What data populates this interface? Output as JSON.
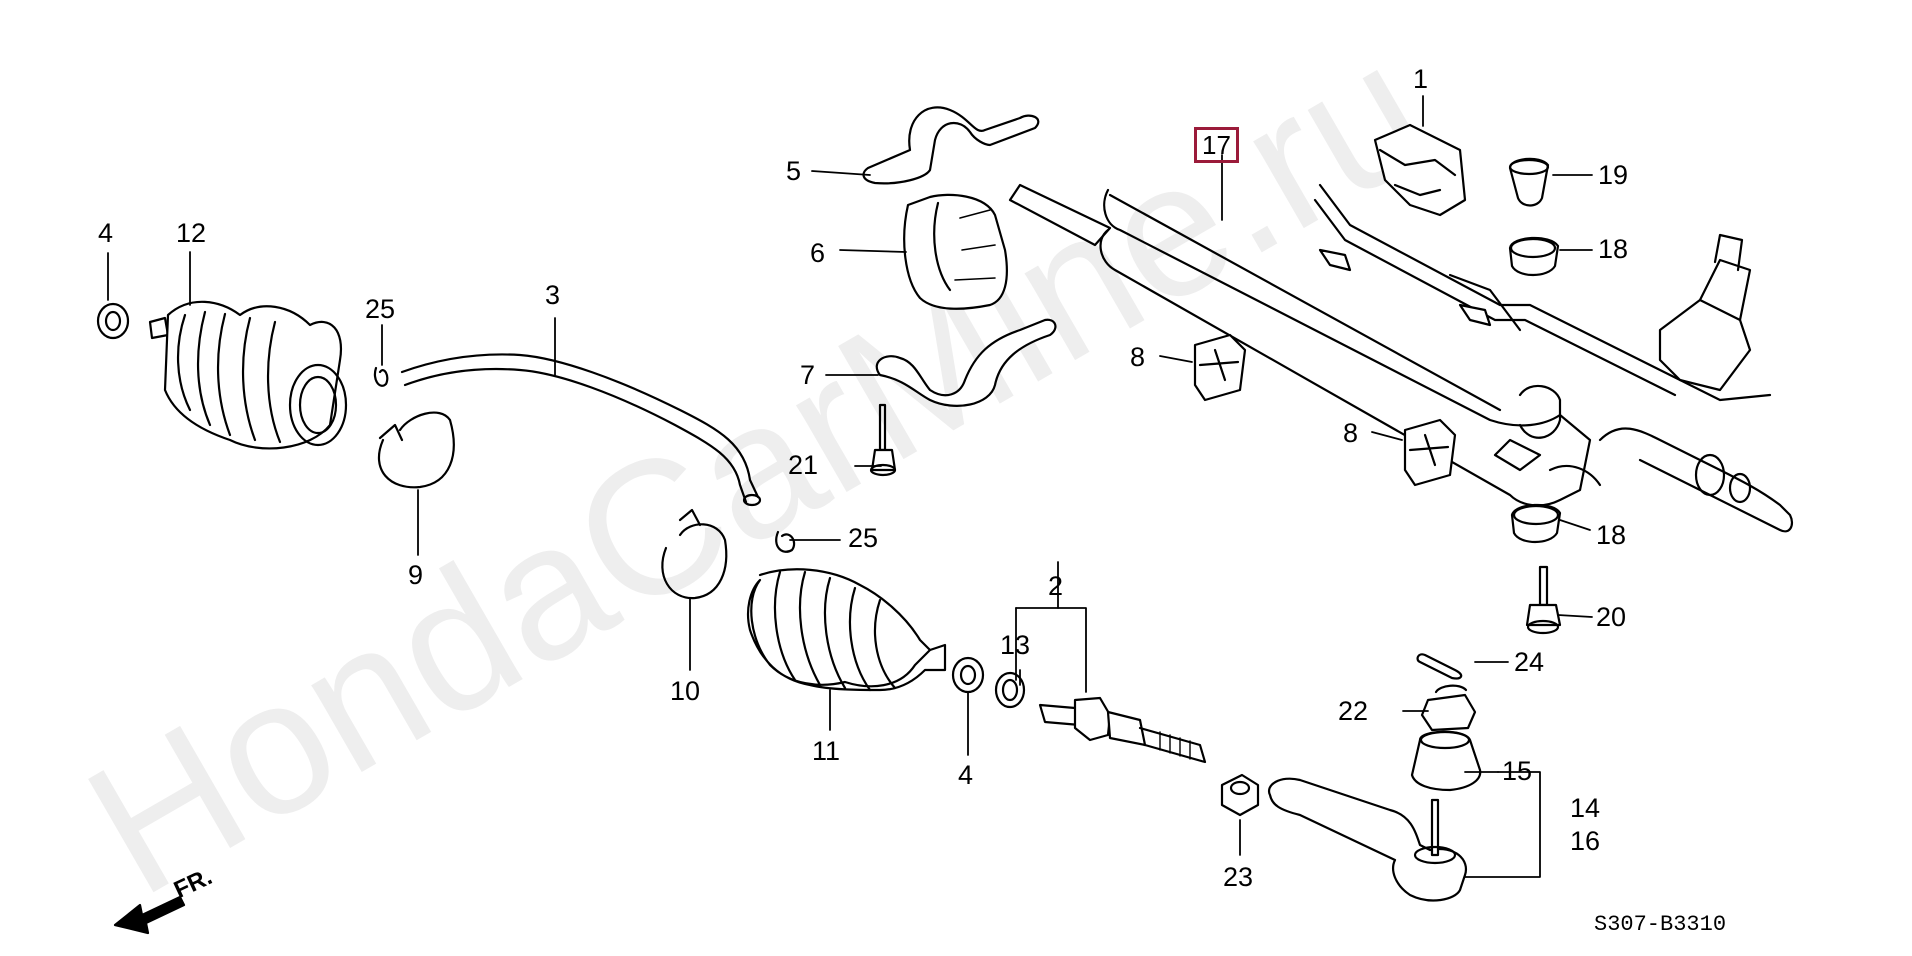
{
  "watermark": "HondaCarMine.ru",
  "diagram_code": "S307-B3310",
  "direction_label": "FR.",
  "highlight_color": "#9b1b3a",
  "callouts": {
    "c1": "1",
    "c2": "2",
    "c3": "3",
    "c4a": "4",
    "c4b": "4",
    "c5": "5",
    "c6": "6",
    "c7": "7",
    "c8a": "8",
    "c8b": "8",
    "c9": "9",
    "c10": "10",
    "c11": "11",
    "c12": "12",
    "c13": "13",
    "c14": "14",
    "c15": "15",
    "c16": "16",
    "c17": "17",
    "c18a": "18",
    "c18b": "18",
    "c19": "19",
    "c20": "20",
    "c21": "21",
    "c22": "22",
    "c23": "23",
    "c24": "24",
    "c25a": "25",
    "c25b": "25"
  }
}
